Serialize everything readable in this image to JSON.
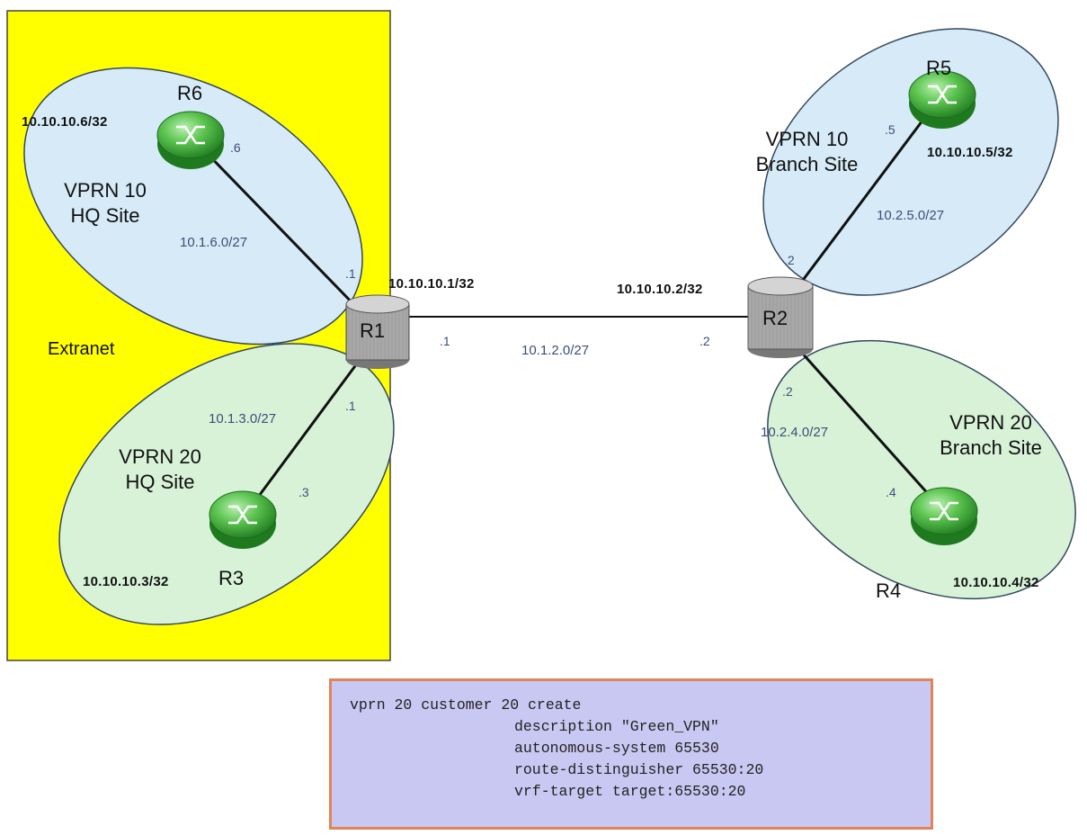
{
  "routers": {
    "r1": {
      "name": "R1",
      "loopback": "10.10.10.1/32"
    },
    "r2": {
      "name": "R2",
      "loopback": "10.10.10.2/32"
    },
    "r3": {
      "name": "R3",
      "loopback": "10.10.10.3/32"
    },
    "r4": {
      "name": "R4",
      "loopback": "10.10.10.4/32"
    },
    "r5": {
      "name": "R5",
      "loopback": "10.10.10.5/32"
    },
    "r6": {
      "name": "R6",
      "loopback": "10.10.10.6/32"
    }
  },
  "sites": {
    "vprn10_hq": {
      "line1": "VPRN 10",
      "line2": "HQ Site"
    },
    "vprn20_hq": {
      "line1": "VPRN 20",
      "line2": "HQ Site"
    },
    "vprn10_branch": {
      "line1": "VPRN 10",
      "line2": "Branch Site"
    },
    "vprn20_branch": {
      "line1": "VPRN 20",
      "line2": "Branch Site"
    }
  },
  "extranet_label": "Extranet",
  "links": {
    "r1_r6": {
      "subnet": "10.1.6.0/27",
      "r1_if": ".1",
      "r6_if": ".6"
    },
    "r1_r3": {
      "subnet": "10.1.3.0/27",
      "r1_if": ".1",
      "r3_if": ".3"
    },
    "r1_r2": {
      "subnet": "10.1.2.0/27",
      "r1_if": ".1",
      "r2_if": ".2"
    },
    "r2_r5": {
      "subnet": "10.2.5.0/27",
      "r2_if": ".2",
      "r5_if": ".5"
    },
    "r2_r4": {
      "subnet": "10.2.4.0/27",
      "r2_if": ".2",
      "r4_if": ".4"
    }
  },
  "config": {
    "line1": "vprn 20 customer 20 create",
    "line2": "description \"Green_VPN\"",
    "line3": "autonomous-system 65530",
    "line4": "route-distinguisher 65530:20",
    "line5": "vrf-target target:65530:20"
  },
  "colors": {
    "extranet_fill": "#ffff00",
    "vprn10_fill": "#d6ebf7",
    "vprn20_fill": "#d8f2d8",
    "config_fill": "#c9c8f2",
    "config_border": "#e2845a",
    "router_green": "#4caf50"
  },
  "icons": {
    "pe_router": "pe-router-icon",
    "ce_router": "ce-router-icon"
  }
}
